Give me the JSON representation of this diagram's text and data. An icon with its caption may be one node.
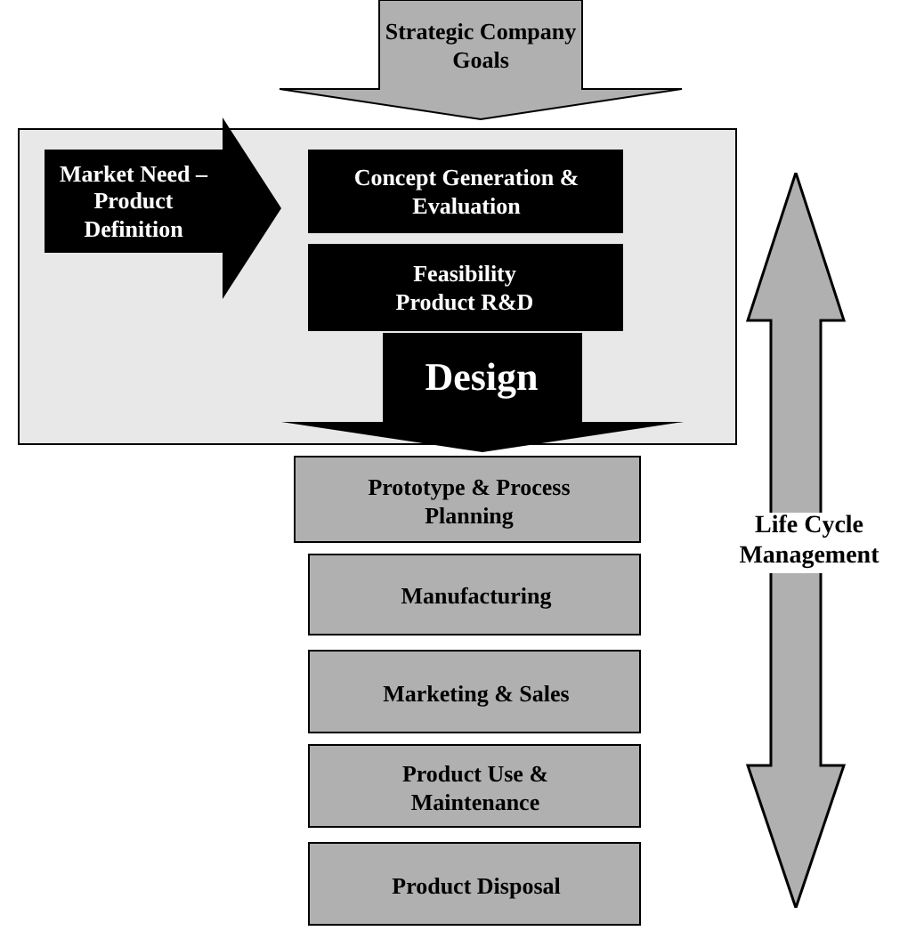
{
  "diagram": {
    "nodes": [
      {
        "text": [
          "Strategic Company Goals"
        ]
      },
      {
        "text": [],
        "shape": "box"
      },
      {
        "text": [
          "Market Need – Product Definition"
        ],
        "in": 1
      },
      {
        "text": [
          "Concept Generation & Evaluation"
        ],
        "in": 1
      },
      {
        "text": [
          "Feasibility Product R&D"
        ],
        "in": 1
      },
      {
        "text": [
          "Prototype & Process Planning"
        ]
      },
      {
        "text": [
          "Manufacturing"
        ]
      },
      {
        "text": [
          "Marketing & Sales"
        ]
      },
      {
        "text": [
          "Product Use & Maintenance"
        ]
      },
      {
        "text": [
          "Product Disposal"
        ]
      },
      {
        "text": [
          "Life Cycle Management"
        ]
      }
    ],
    "edges": [
      {
        "from": 4,
        "to": 5,
        "arrow": "to",
        "label": "Design",
        "style": "thick"
      }
    ]
  }
}
